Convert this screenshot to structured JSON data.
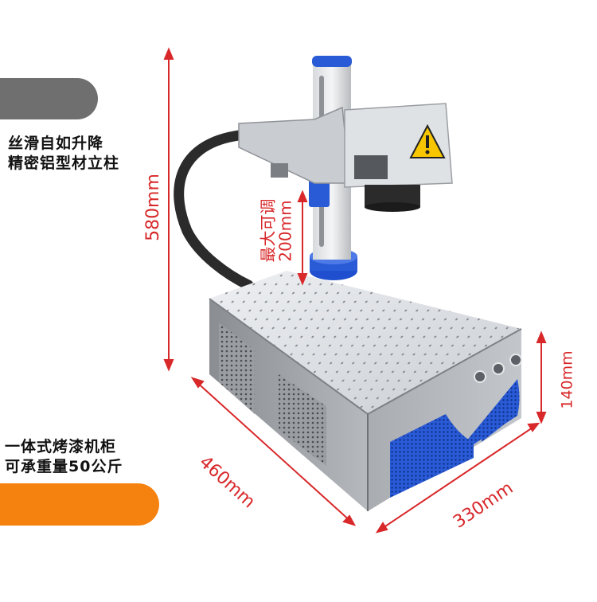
{
  "features": {
    "column": {
      "line1": "丝滑自如升降",
      "line2": "精密铝型材立柱"
    },
    "cabinet": {
      "line1": "一体式烤漆机柜",
      "line2": "可承重量50公斤"
    }
  },
  "dimensions": {
    "height_total": "580mm",
    "adjust_label": "最大可调",
    "adjust_value": "200mm",
    "cabinet_height": "140mm",
    "depth": "460mm",
    "width": "330mm"
  },
  "colors": {
    "accent_gray": "#6f6f6f",
    "accent_orange": "#f5820f",
    "dimension_red": "#d8282a",
    "machine_blue": "#2a5bd7"
  },
  "icons": [
    "laser-warning-icon"
  ]
}
